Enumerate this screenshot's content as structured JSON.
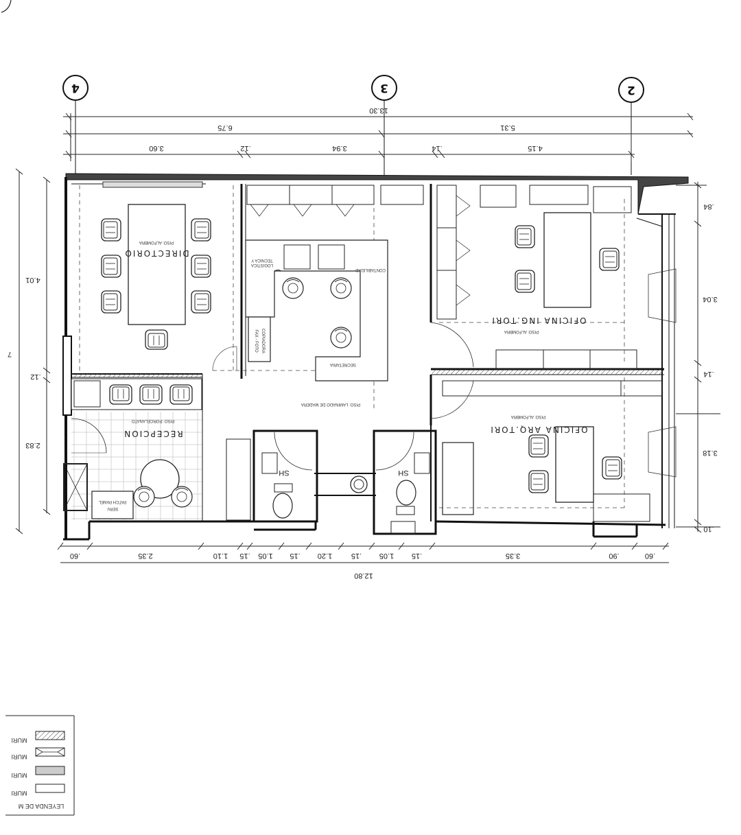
{
  "plan": {
    "grid_labels": [
      "4",
      "3",
      "2"
    ],
    "top_dimensions": {
      "overall": "13.30",
      "level2": [
        "6.75",
        "5.31"
      ],
      "level3": [
        "3.60",
        ".12",
        "3.94",
        ".14",
        "4.15"
      ]
    },
    "bottom_dimensions": {
      "segments": [
        ".60",
        "2.35",
        "1.10",
        ".15",
        "1.05",
        ".15",
        "1.20",
        ".15",
        "1.05",
        ".15",
        "3.35",
        ".90",
        ".60"
      ],
      "overall": "12.80"
    },
    "left_dimensions": {
      "overall": "7",
      "segments": [
        "4.01",
        ".12",
        "2.83"
      ]
    },
    "right_dimensions": {
      "segments": [
        ".84",
        "3.04",
        ".14",
        "3.18",
        ".10"
      ]
    },
    "rooms": {
      "directorio": "DIRECTORIO",
      "directorio_floor": "PISO: ALFOMBRA",
      "recepcion": "RECEPCION",
      "recepcion_floor": "PISO: PORCELANATO",
      "main_floor": "PISO: LAMINADO DE MADERA",
      "ing_office": "OFICINA ING.TORI",
      "ing_floor": "PISO: ALFOMBRA",
      "arq_office": "OFICINA ARQ.TORI",
      "arq_floor": "PISO: ALFOMBRA",
      "bath1": "SH",
      "bath2": "SH",
      "secretaria": "SECRETARIA",
      "contabilidad": "CONTABILIDAD",
      "logistica": "LOGISTICA",
      "tecnica": "TECNICA Y",
      "fax": "FAX - FOTO",
      "copiadora": "COPIADORA",
      "serv": "SERV.",
      "patch": "PATCH PANEL"
    },
    "legend": {
      "title": "LEYENDA DE M",
      "items": [
        "MURI",
        "MURI",
        "MURI",
        "MURI"
      ]
    }
  }
}
